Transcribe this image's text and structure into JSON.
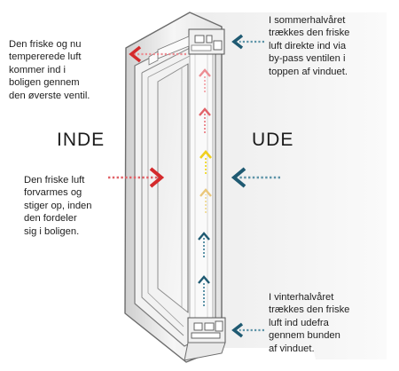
{
  "labels": {
    "inde": "INDE",
    "ude": "UDE"
  },
  "callouts": {
    "top_left": [
      "Den friske og nu",
      "tempererede luft",
      "kommer ind i",
      "boligen gennem",
      "den øverste ventil."
    ],
    "mid_left": [
      "Den friske luft",
      "forvarmes og",
      "stiger op, inden",
      "den fordeler",
      "sig i boligen."
    ],
    "top_right": [
      "I sommerhalvåret",
      "trækkes den friske",
      "luft direkte ind via",
      "by-pass ventilen i",
      "toppen af vinduet."
    ],
    "bottom_right": [
      "I vinterhalvåret",
      "trækkes den friske",
      "luft ind udefra",
      "gennem bunden",
      "af vinduet."
    ]
  },
  "colors": {
    "red": "#d42a2c",
    "pink": "#ec8d93",
    "yellow": "#f3de3a",
    "light_yellow": "#f2dfa0",
    "teal_dark": "#1f5a72",
    "teal_light": "#5e94a8",
    "frame_edge": "#6c6c6c",
    "frame_fill": "#f4f4f4",
    "glass": "#e6e6e6"
  },
  "icons": {
    "inflow_arrow": "arrow-right-icon",
    "outflow_arrow": "arrow-left-icon",
    "rising_air": "chevron-up-icon"
  }
}
